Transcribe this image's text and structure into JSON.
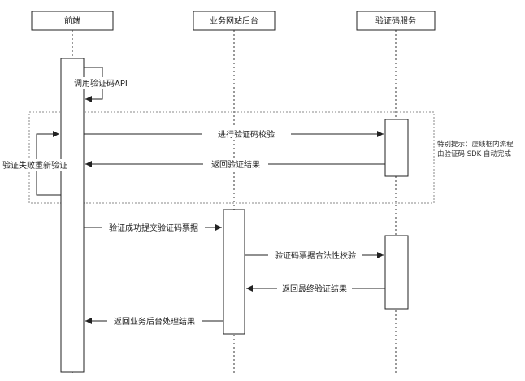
{
  "participants": {
    "frontend": "前端",
    "backend": "业务网站后台",
    "captcha": "验证码服务"
  },
  "messages": {
    "self_call": "调用验证码API",
    "verify": "进行验证码校验",
    "return_result": "返回验证结果",
    "retry": "验证失败重新验证",
    "submit_ticket": "验证成功提交验证码票据",
    "legality_check": "验证码票据合法性校验",
    "final_result": "返回最终验证结果",
    "backend_result": "返回业务后台处理结果"
  },
  "note": {
    "line1": "特别提示：虚线框内流程",
    "line2": "由验证码 SDK 自动完成"
  },
  "colors": {
    "line": "#222222",
    "frame": "#888888",
    "background": "#ffffff"
  }
}
